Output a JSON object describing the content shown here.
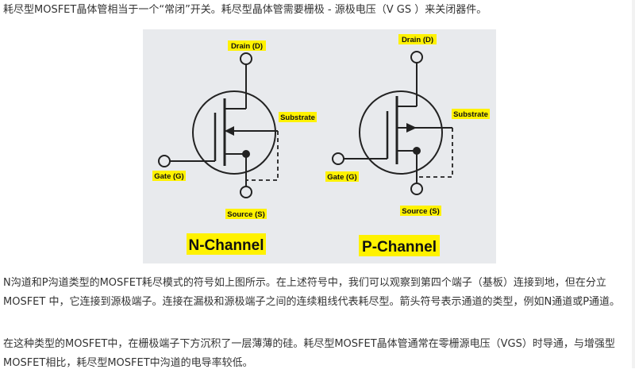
{
  "article": {
    "intro": "耗尽型MOSFET晶体管相当于一个“常闭”开关。耗尽型晶体管需要栅极 - 源极电压（V GS ）来关闭器件。",
    "para2": "N沟道和P沟道类型的MOSFET耗尽模式的符号如上图所示。在上述符号中，我们可以观察到第四个端子（基板）连接到地，但在分立 MOSFET 中，它连接到源极端子。连接在漏极和源极端子之间的连续粗线代表耗尽型。箭头符号表示通道的类型，例如N通道或P通道。",
    "para3": "在这种类型的MOSFET中，在栅极端子下方沉积了一层薄薄的硅。耗尽型MOSFET晶体管通常在零栅源电压（VGS）时导通，与增强型MOSFET相比，耗尽型MOSFET中沟道的电导率较低。"
  },
  "figure": {
    "n_channel": {
      "title": "N-Channel",
      "drain": "Drain (D)",
      "substrate": "Substrate",
      "gate": "Gate (G)",
      "source": "Source (S)"
    },
    "p_channel": {
      "title": "P-Channel",
      "drain": "Drain (D)",
      "substrate": "Substrate",
      "gate": "Gate (G)",
      "source": "Source (S)"
    },
    "colors": {
      "background": "#e8eaed",
      "label_highlight": "#fff200",
      "line": "#222222"
    }
  }
}
